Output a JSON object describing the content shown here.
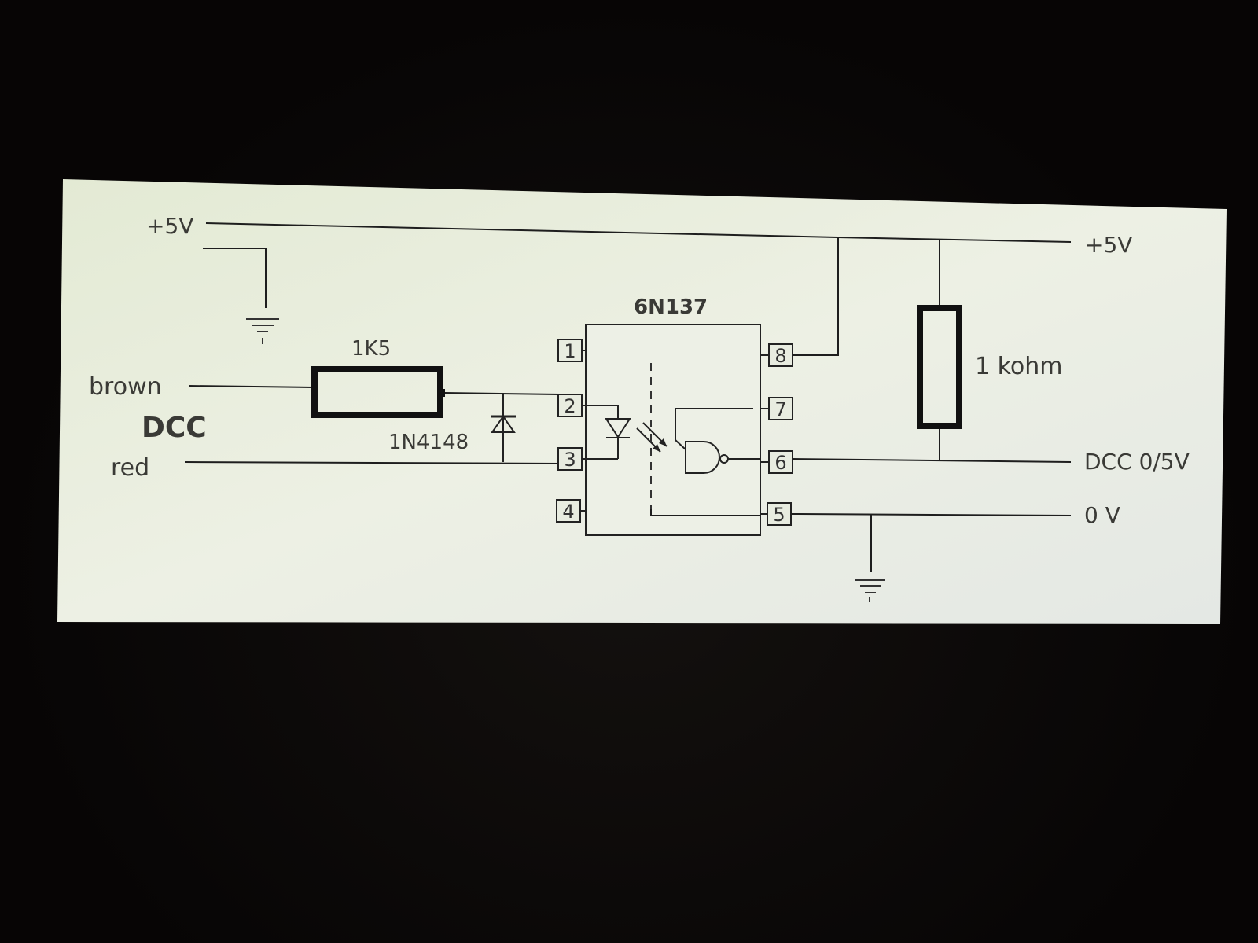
{
  "diagram": {
    "labels": {
      "supply_left": "+5V",
      "supply_right": "+5V",
      "input_brown": "brown",
      "input_group": "DCC",
      "input_red": "red",
      "resistor_input": "1K5",
      "diode": "1N4148",
      "ic": "6N137",
      "resistor_pullup": "1 kohm",
      "output_signal": "DCC 0/5V",
      "output_ground": "0 V"
    },
    "pins": [
      "1",
      "2",
      "3",
      "4",
      "5",
      "6",
      "7",
      "8"
    ]
  }
}
